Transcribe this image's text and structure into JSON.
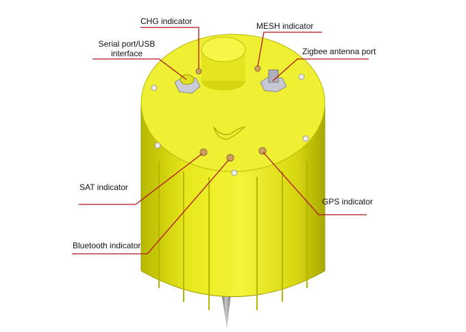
{
  "colors": {
    "device_body": "#e6e61a",
    "device_top": "#f2f238",
    "leader_line": "#b0121b"
  },
  "labels": {
    "chg": "CHG indicator",
    "mesh": "MESH indicator",
    "serial_line1": "Serial port/USB",
    "serial_line2": "interface",
    "zigbee": "Zigbee antenna port",
    "sat": "SAT indicator",
    "gps": "GPS indicator",
    "bluetooth": "Bluetooth indicator"
  }
}
